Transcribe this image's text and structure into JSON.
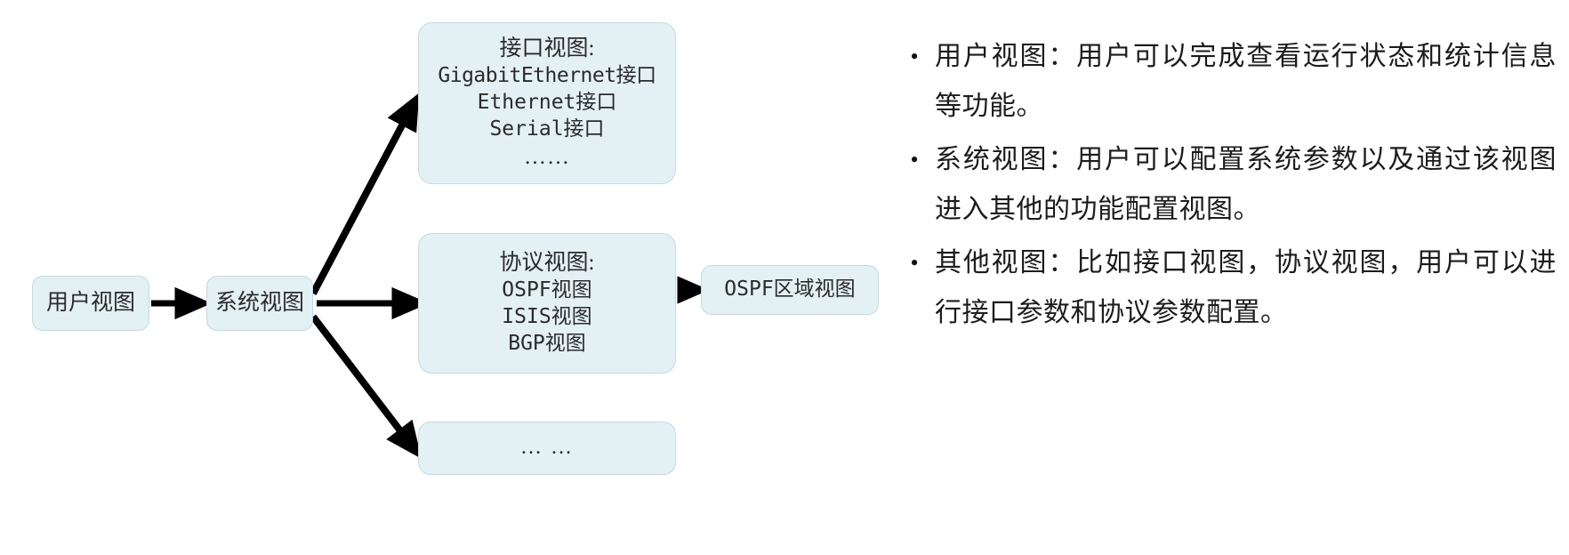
{
  "diagram": {
    "type": "flowchart",
    "nodes": [
      {
        "id": "user-view",
        "label": "用户视图"
      },
      {
        "id": "system-view",
        "label": "系统视图"
      },
      {
        "id": "interface-view",
        "lines": [
          "接口视图:",
          "GigabitEthernet接口",
          "Ethernet接口",
          "Serial接口",
          "……"
        ]
      },
      {
        "id": "protocol-view",
        "lines": [
          "协议视图:",
          "OSPF视图",
          "ISIS视图",
          "BGP视图"
        ]
      },
      {
        "id": "ospf-area-view",
        "label": "OSPF区域视图"
      },
      {
        "id": "other-view",
        "label": "… …"
      }
    ],
    "edges": [
      {
        "from": "user-view",
        "to": "system-view"
      },
      {
        "from": "system-view",
        "to": "interface-view"
      },
      {
        "from": "system-view",
        "to": "protocol-view"
      },
      {
        "from": "system-view",
        "to": "other-view"
      },
      {
        "from": "protocol-view",
        "to": "ospf-area-view"
      }
    ],
    "colors": {
      "box_fill": "#e3f1f5",
      "box_border": "#bcdde6",
      "arrow": "#000000",
      "text": "#2b2b2b"
    }
  },
  "notes": {
    "bullet_glyph": "•",
    "items": [
      {
        "text": "用户视图：用户可以完成查看运行状态和统计信息等功能。"
      },
      {
        "text": "系统视图：用户可以配置系统参数以及通过该视图进入其他的功能配置视图。"
      },
      {
        "text": "其他视图：比如接口视图，协议视图，用户可以进行接口参数和协议参数配置。"
      }
    ]
  }
}
